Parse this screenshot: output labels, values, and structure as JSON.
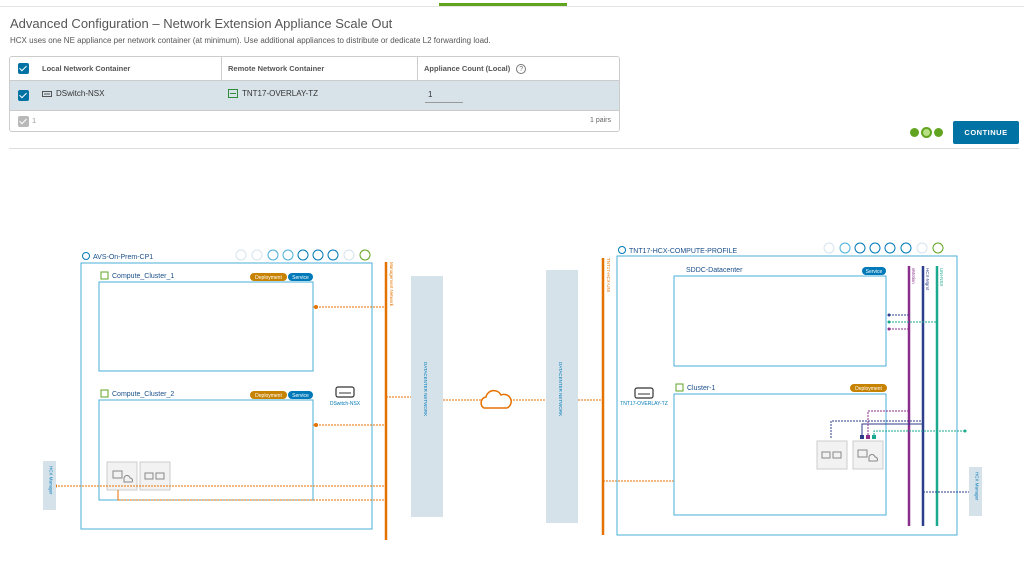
{
  "header": {
    "title": "Advanced Configuration – Network Extension Appliance Scale Out",
    "subtitle": "HCX uses one NE appliance per network container (at minimum). Use additional appliances to distribute or dedicate L2 forwarding load."
  },
  "table": {
    "columns": [
      "Local Network Container",
      "Remote Network Container",
      "Appliance Count (Local)"
    ],
    "help_glyph": "?",
    "rows": [
      {
        "local": "DSwitch-NSX",
        "remote": "TNT17-OVERLAY-TZ",
        "count": "1"
      }
    ],
    "footer_selected": "1",
    "footer_total": "1 pairs"
  },
  "actions": {
    "continue_label": "CONTINUE"
  },
  "diagram": {
    "left_profile": "AVS-On-Prem-CP1",
    "right_profile": "TNT17-HCX-COMPUTE-PROFILE",
    "clusters_left": [
      {
        "name": "Compute_Cluster_1",
        "badges": [
          "Deployment",
          "Service"
        ]
      },
      {
        "name": "Compute_Cluster_2",
        "badges": [
          "Deployment",
          "Service"
        ]
      }
    ],
    "clusters_right": [
      {
        "name": "SDDC-Datacenter",
        "badges": [
          "Service"
        ]
      },
      {
        "name": "Cluster-1",
        "badges": [
          "Deployment"
        ]
      }
    ],
    "left_mgmt_network": "Management Network",
    "left_uplink": "DATACENTER NETWORK",
    "right_uplink": "DATACENTER NETWORK",
    "right_mgmt_network": "TNT17-HCX-UNI",
    "left_switch": "DSwitch-NSX",
    "right_switch": "TNT17-OVERLAY-TZ",
    "left_manager": "HCX Manager",
    "right_manager": "HCX Manager",
    "right_networks": [
      "vMotion",
      "HCX-Mgmt",
      "UNI-NSX"
    ],
    "colors": {
      "orange": "#e57200",
      "blue_border": "#49afd9",
      "panel": "#d5e2ea",
      "purple": "#8a2f8c",
      "navy": "#2c3e8c",
      "teal": "#1aa88e",
      "deployment_badge": "#c78300",
      "service_badge": "#0079b8"
    }
  }
}
